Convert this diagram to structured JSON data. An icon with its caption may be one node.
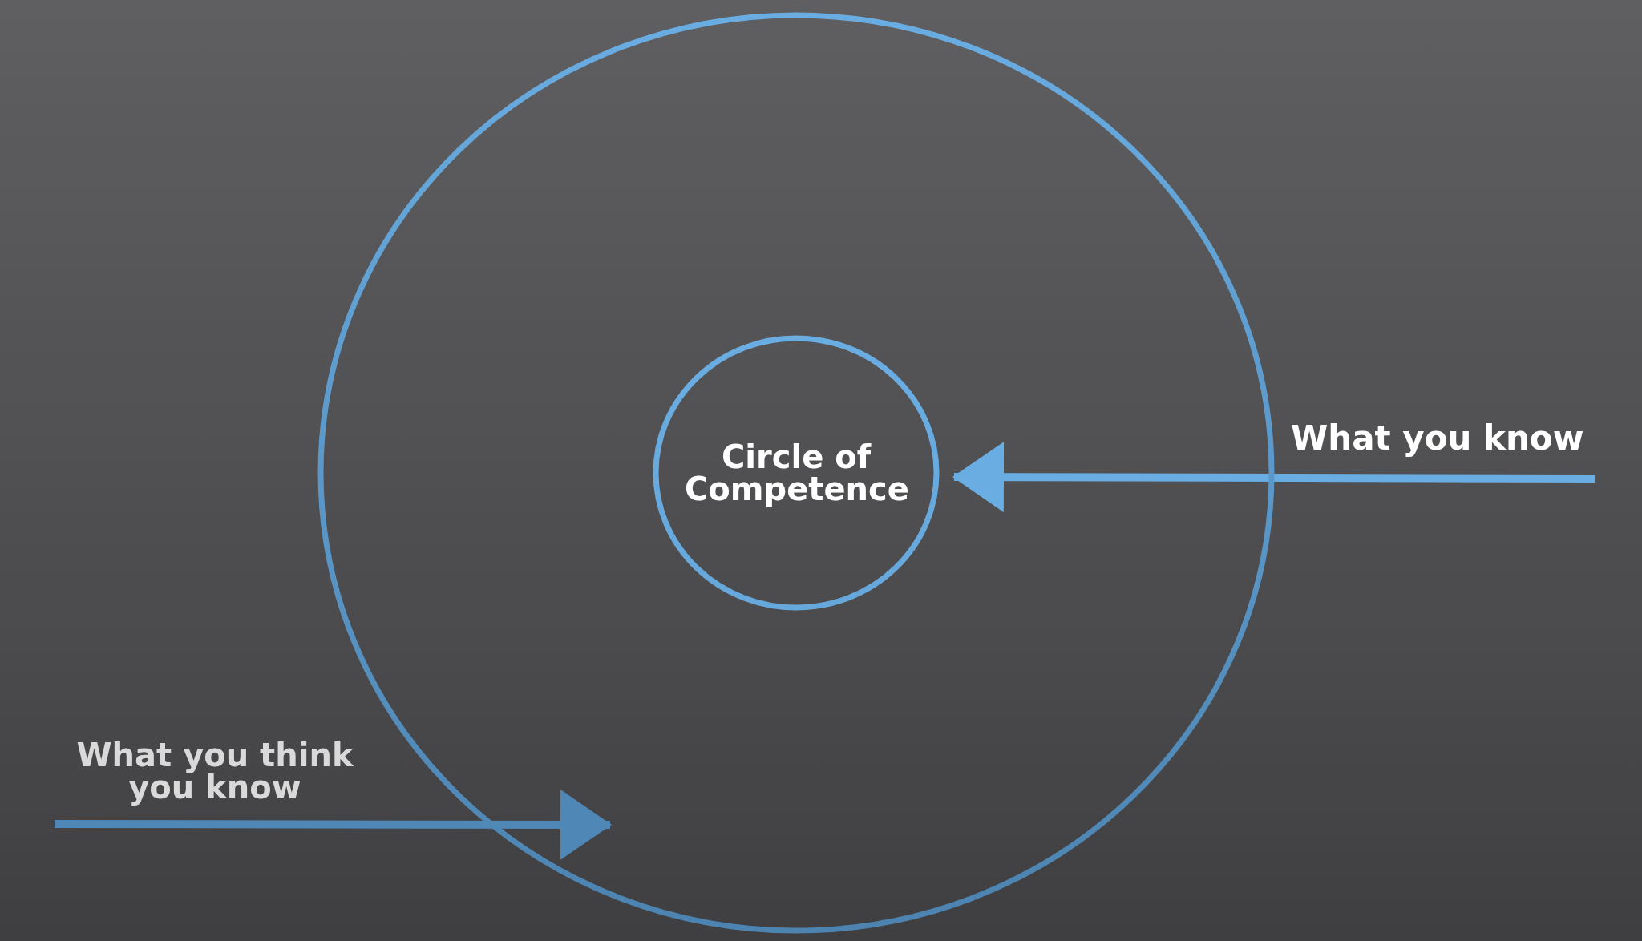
{
  "diagram": {
    "nodes": [
      {
        "text": [],
        "shape": "circle"
      },
      {
        "text": [
          "Circle of Competence"
        ],
        "in": 0
      },
      {
        "text": [
          "What you know"
        ]
      },
      {
        "text": [
          "What you think you know"
        ]
      }
    ],
    "edges": [
      {
        "from": 2,
        "to": 1,
        "arrow": "to"
      },
      {
        "from": 3,
        "to": 0,
        "arrow": "to",
        "color": "#4f87b6"
      }
    ]
  }
}
